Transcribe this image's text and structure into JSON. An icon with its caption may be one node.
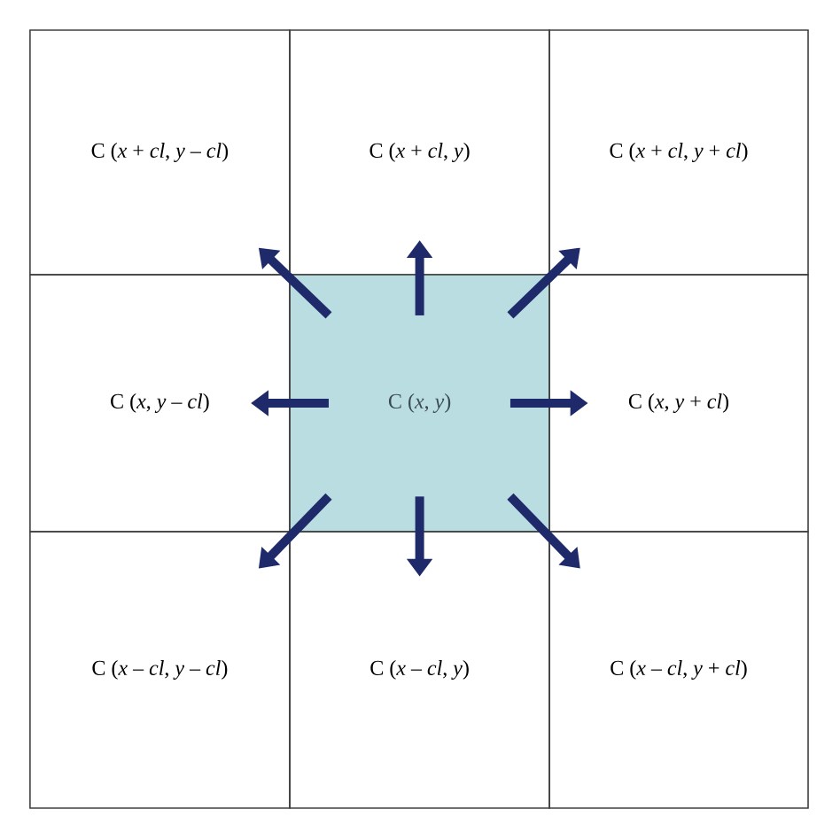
{
  "diagram": {
    "nodes": [
      {
        "text": [
          "C (*x* + *cl*, *y* – *cl*)"
        ]
      },
      {
        "text": [
          "C (*x* + *cl*, *y*)"
        ]
      },
      {
        "text": [
          "C (*x* + *cl*, *y* + *cl*)"
        ]
      },
      {
        "text": [
          "C (*x*, *y* – *cl*)"
        ]
      },
      {
        "text": [
          "C (*x*, *y*)"
        ]
      },
      {
        "text": [
          "C (*x*, *y* + *cl*)"
        ]
      },
      {
        "text": [
          "C (*x* – *cl*, *y* – *cl*)"
        ]
      },
      {
        "text": [
          "C (*x* – *cl*, *y*)"
        ]
      },
      {
        "text": [
          "C (*x* – *cl*, *y* + *cl*)"
        ]
      }
    ],
    "edges": [
      {
        "from": 4,
        "to": 0,
        "arrow": "to"
      },
      {
        "from": 4,
        "to": 1,
        "arrow": "to"
      },
      {
        "from": 4,
        "to": 2,
        "arrow": "to"
      },
      {
        "from": 4,
        "to": 3,
        "arrow": "to"
      },
      {
        "from": 4,
        "to": 5,
        "arrow": "to"
      },
      {
        "from": 4,
        "to": 6,
        "arrow": "to"
      },
      {
        "from": 4,
        "to": 7,
        "arrow": "to"
      },
      {
        "from": 4,
        "to": 8,
        "arrow": "to"
      }
    ]
  }
}
